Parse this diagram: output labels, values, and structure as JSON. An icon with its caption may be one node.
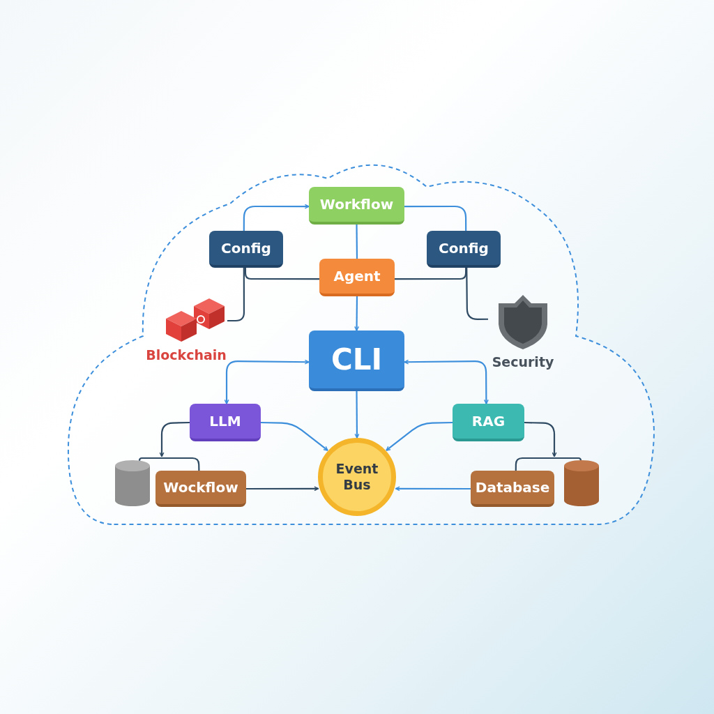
{
  "diagram": {
    "nodes": [
      {
        "text": [],
        "shape": "cloud"
      },
      {
        "text": [
          "Workflow"
        ],
        "in": 0
      },
      {
        "text": [
          "Config"
        ],
        "in": 0
      },
      {
        "text": [
          "Config"
        ],
        "in": 0
      },
      {
        "text": [
          "Agent"
        ],
        "in": 0
      },
      {
        "text": [
          "Blockchain"
        ],
        "in": 0
      },
      {
        "text": [
          "Security"
        ],
        "in": 0
      },
      {
        "text": [
          "CLI"
        ],
        "in": 0
      },
      {
        "text": [
          "LLM"
        ],
        "in": 0
      },
      {
        "text": [
          "RAG"
        ],
        "in": 0
      },
      {
        "text": [
          "Event Bus"
        ],
        "in": 0
      },
      {
        "text": [],
        "shape": "cylinder",
        "in": 0
      },
      {
        "text": [
          "Wockflow"
        ],
        "in": 0
      },
      {
        "text": [
          "Database"
        ],
        "in": 0
      },
      {
        "text": [],
        "shape": "cylinder",
        "in": 0
      }
    ],
    "edges": [
      {
        "from": 2,
        "to": 1,
        "arrow": "to"
      },
      {
        "from": 1,
        "to": 3,
        "arrow": "none"
      },
      {
        "from": 1,
        "to": 4,
        "arrow": "none"
      },
      {
        "from": 2,
        "to": 4,
        "arrow": "none",
        "color": "#2f4a63"
      },
      {
        "from": 4,
        "to": 3,
        "arrow": "none",
        "color": "#2f4a63"
      },
      {
        "from": 2,
        "to": 5,
        "arrow": "none",
        "color": "#2f4a63"
      },
      {
        "from": 3,
        "to": 6,
        "arrow": "none",
        "color": "#2f4a63"
      },
      {
        "from": 4,
        "to": 7,
        "arrow": "to"
      },
      {
        "from": 7,
        "to": 8,
        "arrow": "both"
      },
      {
        "from": 7,
        "to": 9,
        "arrow": "both"
      },
      {
        "from": 7,
        "to": 10,
        "arrow": "to"
      },
      {
        "from": 8,
        "to": 10,
        "arrow": "to"
      },
      {
        "from": 9,
        "to": 10,
        "arrow": "to"
      },
      {
        "from": 8,
        "to": 11,
        "arrow": "to",
        "color": "#2f4a63"
      },
      {
        "from": 11,
        "to": 12,
        "arrow": "none",
        "color": "#2f4a63"
      },
      {
        "from": 12,
        "to": 10,
        "arrow": "to",
        "color": "#2f4a63"
      },
      {
        "from": 9,
        "to": 14,
        "arrow": "to",
        "color": "#2f4a63"
      },
      {
        "from": 13,
        "to": 14,
        "arrow": "none",
        "color": "#2f4a63"
      },
      {
        "from": 13,
        "to": 10,
        "arrow": "to"
      }
    ]
  }
}
